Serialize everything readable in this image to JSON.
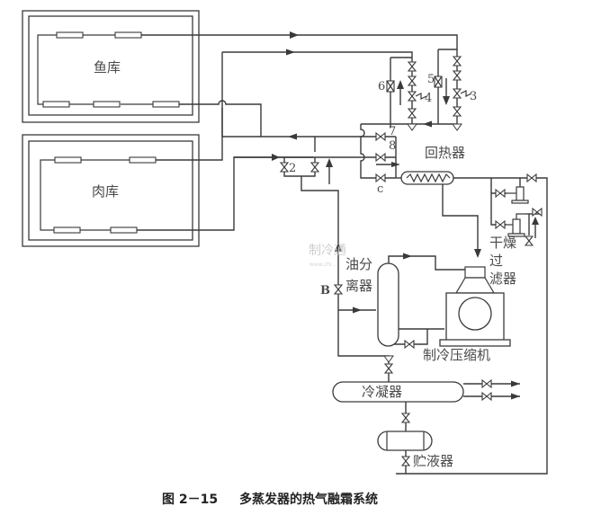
{
  "diagram": {
    "rooms": {
      "fish_store": "鱼库",
      "meat_store": "肉库"
    },
    "components": {
      "heat_exchanger": "回热器",
      "drier_filter": [
        "干燥",
        "过",
        "滤器"
      ],
      "oil_separator": [
        "油分",
        "离器"
      ],
      "compressor": "制冷压缩机",
      "condenser": "冷凝器",
      "receiver": "贮液器"
    },
    "valve_labels": {
      "v2": "2",
      "v3": "3",
      "v4": "4",
      "v5": "5",
      "v6": "6",
      "v7": "7",
      "v8": "8",
      "vc": "c",
      "vB": "B"
    },
    "watermark": {
      "text": "制冷通",
      "url": "www.zhi..."
    },
    "caption": {
      "figure_number": "图 2－15",
      "title": "多蒸发器的热气融霜系统"
    }
  }
}
